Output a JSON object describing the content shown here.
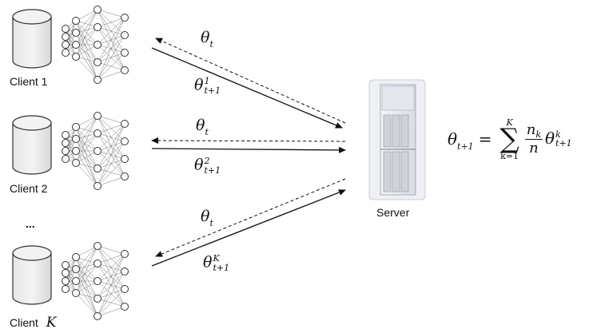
{
  "clients": [
    {
      "label": "Client 1"
    },
    {
      "label": "Client 2"
    },
    {
      "label": "Client",
      "label_index": "K"
    }
  ],
  "ellipsis": "...",
  "server": {
    "label": "Server"
  },
  "links": [
    {
      "down_param": {
        "base": "θ",
        "sub": "t"
      },
      "up_param": {
        "base": "θ",
        "sup": "1",
        "sub": "t+1"
      }
    },
    {
      "down_param": {
        "base": "θ",
        "sub": "t"
      },
      "up_param": {
        "base": "θ",
        "sup": "2",
        "sub": "t+1"
      }
    },
    {
      "down_param": {
        "base": "θ",
        "sub": "t"
      },
      "up_param": {
        "base": "θ",
        "sup": "K",
        "sub": "t+1"
      }
    }
  ],
  "aggregation": {
    "lhs_base": "θ",
    "lhs_sub": "t+1",
    "equals": "=",
    "sum_symbol": "∑",
    "sum_upper": "K",
    "sum_lower": "k=1",
    "frac_num_base": "n",
    "frac_num_sub": "k",
    "frac_den": "n",
    "rhs_base": "θ",
    "rhs_sup": "k",
    "rhs_sub": "t+1"
  }
}
